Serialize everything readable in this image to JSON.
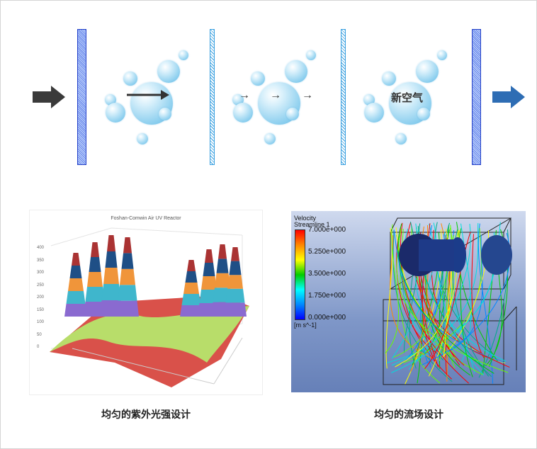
{
  "diagram": {
    "fresh_air_label": "新空气",
    "colors": {
      "inlet_arrow": "#3a3a3a",
      "outlet_arrow": "#2e6db4",
      "filter": "#2340c8"
    }
  },
  "uv_chart": {
    "title": "Foshan-Comwin Air UV Reactor",
    "y_ticks": [
      "0",
      "50",
      "100",
      "150",
      "200",
      "250",
      "300",
      "350",
      "400"
    ],
    "caption": "均匀的紫外光强设计"
  },
  "flow_sim": {
    "legend_title": "Velocity",
    "legend_subtitle": "Streamline 1",
    "legend_values": [
      "7.000e+000",
      "5.250e+000",
      "3.500e+000",
      "1.750e+000",
      "0.000e+000"
    ],
    "legend_unit": "[m s^-1]",
    "caption": "均匀的流场设计"
  }
}
